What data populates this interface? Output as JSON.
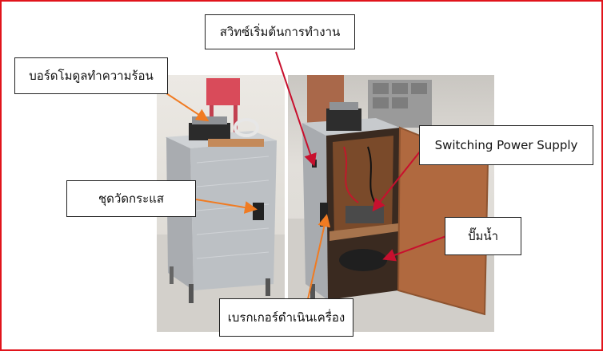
{
  "labels": {
    "switch": "สวิทซ์เริ่มต้นการทำงาน",
    "board": "บอร์ดโมดูลทำความร้อน",
    "current": "ชุดวัดกระแส",
    "power_supply": "Switching Power Supply",
    "pump": "ปั๊มน้ำ",
    "breaker": "เบรกเกอร์ดำเนินเครื่อง"
  },
  "colors": {
    "frame_border": "#e1141b",
    "arrow_orange": "#f07b22",
    "arrow_red": "#c8102e",
    "label_border": "#222222",
    "cabinet_metal": "#b9bcc0",
    "cabinet_door": "#b0693f"
  }
}
